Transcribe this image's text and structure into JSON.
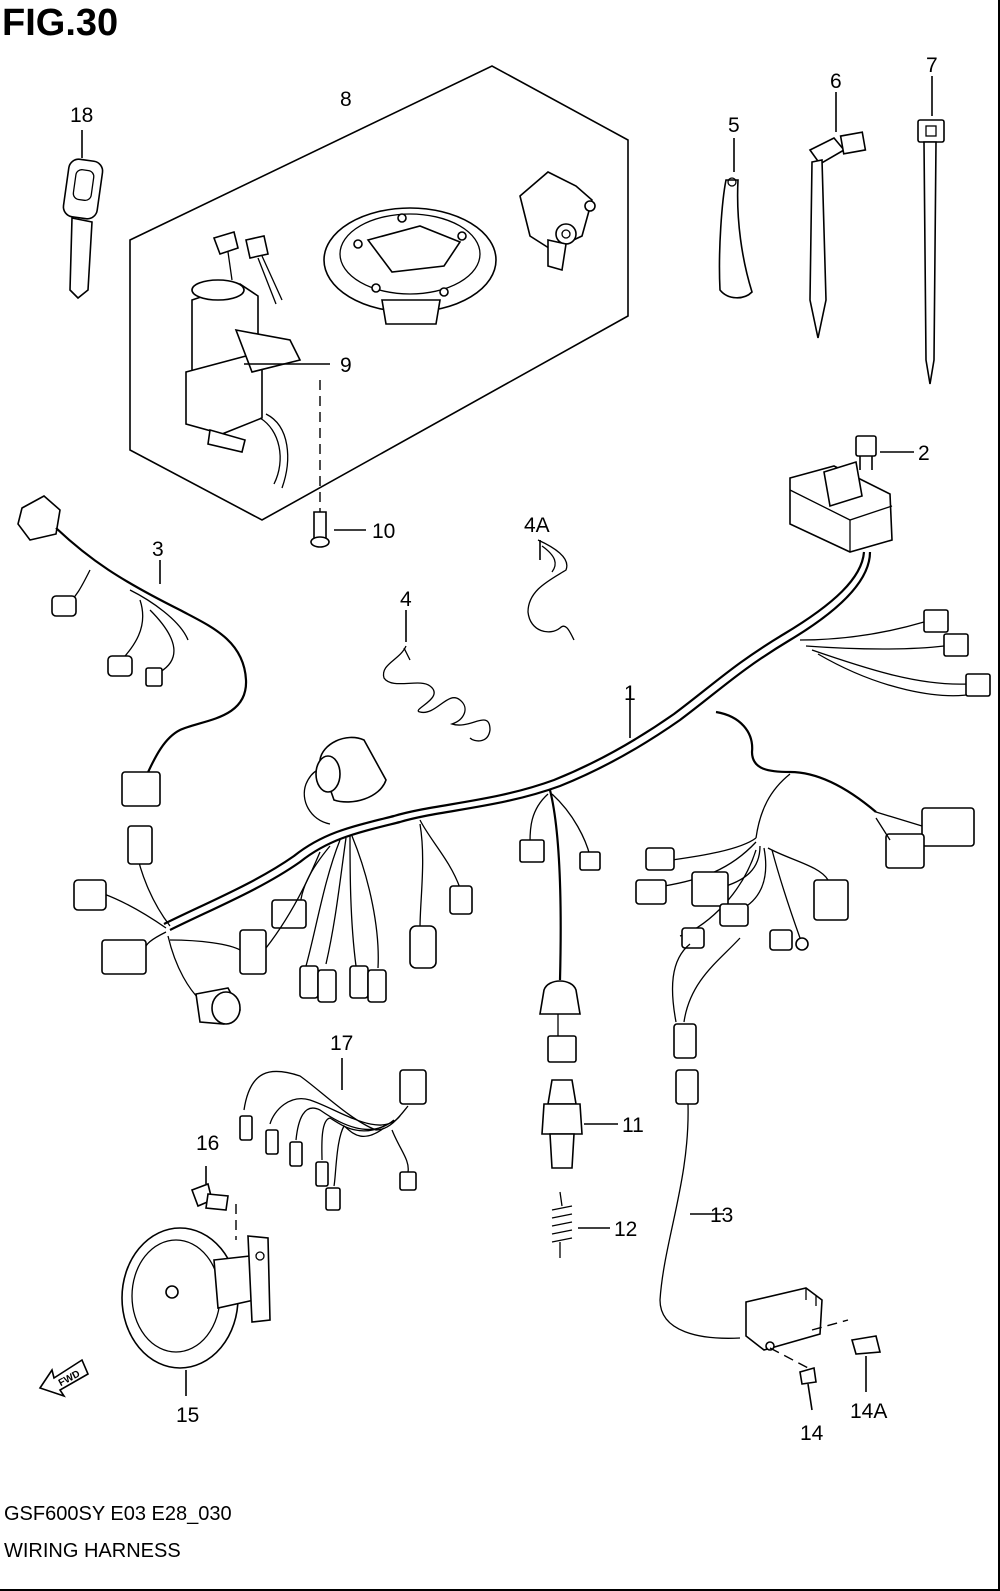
{
  "figure": {
    "title": "FIG.30",
    "model_code": "GSF600SY E03 E28_030",
    "name": "WIRING HARNESS"
  },
  "callouts": [
    "1",
    "2",
    "3",
    "4",
    "4A",
    "5",
    "6",
    "7",
    "8",
    "9",
    "10",
    "11",
    "12",
    "13",
    "14",
    "14A",
    "15",
    "16",
    "17",
    "18"
  ],
  "fwd_label": "FWD"
}
